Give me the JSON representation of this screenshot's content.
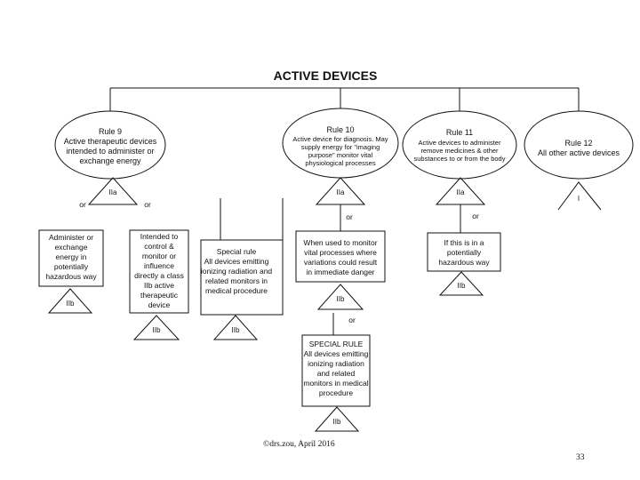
{
  "title": "ACTIVE DEVICES",
  "rules": [
    {
      "id": "rule9",
      "name": "Rule 9",
      "lines": [
        "Active therapeutic devices",
        "intended to administer or",
        "exchange energy"
      ]
    },
    {
      "id": "rule10",
      "name": "Rule 10",
      "lines": [
        "Active device for diagnosis. May",
        "supply energy for \"imaging",
        "purpose\" monitor vital",
        "physiological processes"
      ]
    },
    {
      "id": "rule11",
      "name": "Rule 11",
      "lines": [
        "Active devices to administer",
        "remove medicines & other",
        "substances to or from the body"
      ]
    },
    {
      "id": "rule12",
      "name": "Rule 12",
      "lines": [
        "All other active devices"
      ]
    }
  ],
  "rule_classes": {
    "rule9": "IIa",
    "rule10": "IIa",
    "rule11": "IIa",
    "rule12": "I"
  },
  "or_label": "or",
  "boxes": {
    "administer": {
      "lines": [
        "Administer or",
        "exchange",
        "energy in",
        "potentially",
        "hazardous way"
      ],
      "cls": "IIb"
    },
    "control": {
      "lines": [
        "Intended to",
        "control &",
        "monitor or",
        "influence",
        "directly a class",
        "IIb active",
        "therapeutic",
        "device"
      ],
      "cls": "IIb"
    },
    "special_left": {
      "lines": [
        "Special rule",
        "All devices emitting",
        "ionizing radiation and",
        "related monitors in",
        "medical procedure"
      ],
      "cls": "IIb"
    },
    "monitor": {
      "lines": [
        "When used to monitor",
        "vital processes where",
        "variations could result",
        "in immediate danger"
      ],
      "cls": "IIb"
    },
    "hazardous": {
      "lines": [
        "If this is in a",
        "potentially",
        "hazardous way"
      ],
      "cls": "IIb"
    },
    "special_bottom": {
      "lines": [
        "SPECIAL RULE",
        "All devices emitting",
        "ionizing radiation",
        "and related",
        "monitors in medical",
        "procedure"
      ],
      "cls": "IIb"
    }
  },
  "footer": {
    "credit": "©drs.zou, April 2016",
    "page": "33"
  }
}
